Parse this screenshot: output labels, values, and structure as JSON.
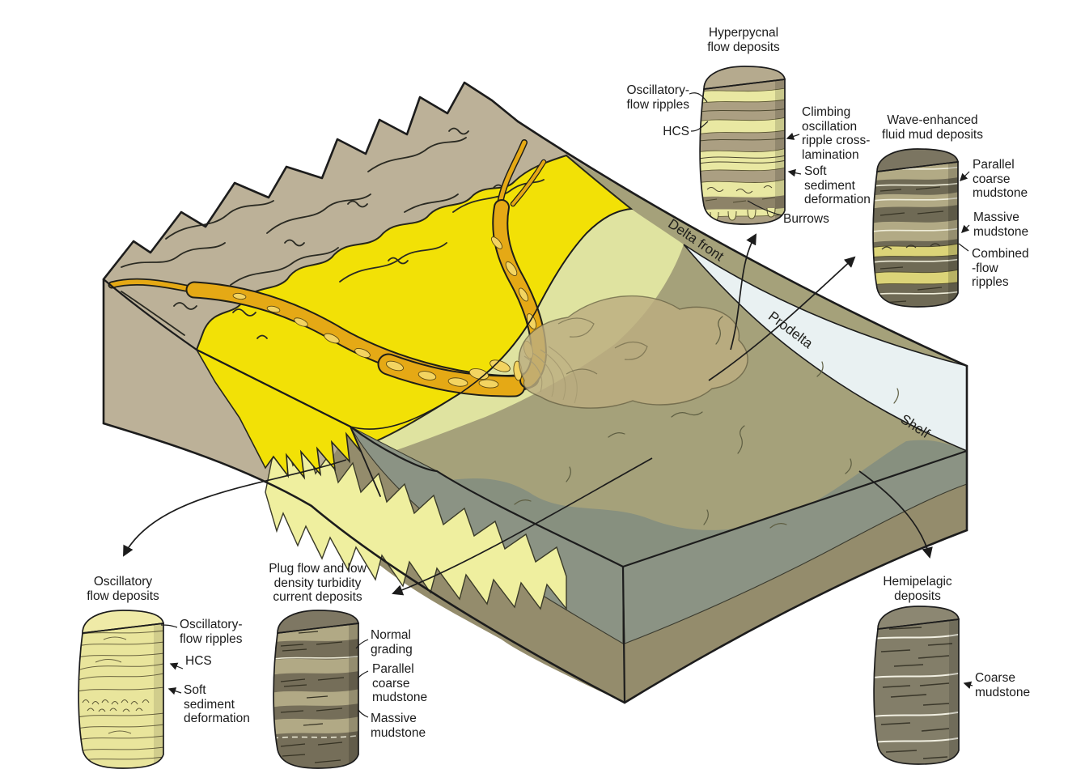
{
  "figure": {
    "type": "delta depositional environments block diagram with sediment core logs",
    "surface_labels": {
      "delta_front": "Delta front",
      "prodelta": "Prodelta",
      "shelf": "Shelf"
    },
    "cores": {
      "hyperpycnal": {
        "title": "Hyperpycnal\nflow deposits",
        "labels": {
          "oscillatory_flow_ripples": "Oscillatory-\nflow ripples",
          "hcs": "HCS",
          "climbing": "Climbing\noscillation\nripple cross-\nlamination",
          "soft_sediment": "Soft\nsediment\ndeformation",
          "burrows": "Burrows"
        }
      },
      "wave_enhanced": {
        "title": "Wave-enhanced\nfluid mud deposits",
        "labels": {
          "parallel_coarse_mudstone": "Parallel\ncoarse\nmudstone",
          "massive_mudstone": "Massive\nmudstone",
          "combined_flow_ripples": "Combined\n-flow\nripples"
        }
      },
      "oscillatory": {
        "title": "Oscillatory\nflow deposits",
        "labels": {
          "oscillatory_flow_ripples": "Oscillatory-\nflow ripples",
          "hcs": "HCS",
          "soft_sediment": "Soft\nsediment\ndeformation"
        }
      },
      "plug_flow": {
        "title": "Plug flow and low\ndensity turbidity\ncurrent deposits",
        "labels": {
          "normal_grading": "Normal\ngrading",
          "parallel_coarse_mudstone": "Parallel\ncoarse\nmudstone",
          "massive_mudstone": "Massive\nmudstone"
        }
      },
      "hemipelagic": {
        "title": "Hemipelagic\ndeposits",
        "labels": {
          "coarse_mudstone": "Coarse\nmudstone"
        }
      }
    },
    "colors": {
      "delta_plain_yellow": "#f2e106",
      "river_orange": "#e5a915",
      "channel_bar_yellow": "#f3d461",
      "mountain_tan": "#bcb198",
      "delta_front_green": "#dfe3a0",
      "prodelta_olive": "#a5a17a",
      "shelf_gray": "#87907f",
      "water_blue": "#e9f1f2",
      "basal_face_olive": "#948c6c",
      "mud_band_gray": "#8b9384",
      "core_sand_yellow": "#e9e59c",
      "core_tan": "#ab9f82",
      "core_dark_olive": "#6f6a55",
      "outline_black": "#1c1c1c"
    }
  }
}
